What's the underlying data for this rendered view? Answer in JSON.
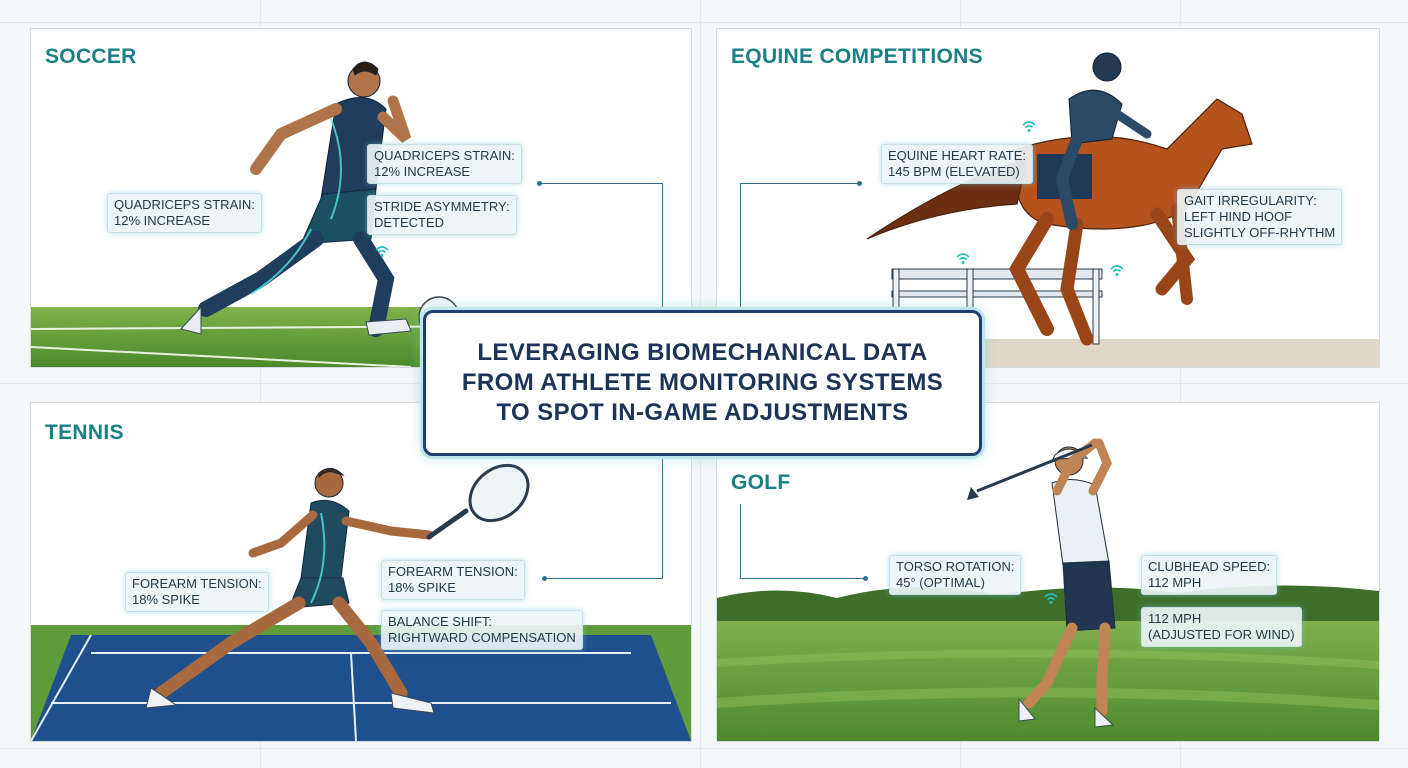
{
  "headline": {
    "line1": "LEVERAGING BIOMECHANICAL DATA",
    "line2": "FROM ATHLETE MONITORING SYSTEMS",
    "line3": "TO SPOT IN-GAME ADJUSTMENTS"
  },
  "panels": {
    "soccer": {
      "title": "SOCCER",
      "metrics": [
        {
          "line1": "QUADRICEPS STRAIN:",
          "line2": "12% INCREASE"
        },
        {
          "line1": "QUADRICEPS STRAIN:",
          "line2": "12% INCREASE"
        },
        {
          "line1": "STRIDE ASYMMETRY:",
          "line2": "DETECTED"
        }
      ]
    },
    "equine": {
      "title": "EQUINE COMPETITIONS",
      "metrics": [
        {
          "line1": "EQUINE HEART RATE:",
          "line2": "145 BPM (ELEVATED)"
        },
        {
          "line1": "GAIT IRREGULARITY:",
          "line2": "LEFT HIND HOOF",
          "line3": "SLIGHTLY OFF-RHYTHM"
        }
      ]
    },
    "tennis": {
      "title": "TENNIS",
      "metrics": [
        {
          "line1": "FOREARM TENSION:",
          "line2": "18% SPIKE"
        },
        {
          "line1": "FOREARM TENSION:",
          "line2": "18% SPIKE"
        },
        {
          "line1": "BALANCE SHIFT:",
          "line2": "RIGHTWARD COMPENSATION"
        }
      ]
    },
    "golf": {
      "title": "GOLF",
      "metrics": [
        {
          "line1": "TORSO ROTATION:",
          "line2": "45° (OPTIMAL)"
        },
        {
          "line1": "CLUBHEAD SPEED:",
          "line2": "112 MPH"
        },
        {
          "line1": "112 MPH",
          "line2": "(ADJUSTED FOR WIND)"
        }
      ]
    }
  },
  "colors": {
    "accent_title": "#1a7f86",
    "headline_text": "#1d3358",
    "headline_border": "#1f3f6e",
    "glow": "#bfe6ea",
    "grass": "#5f9b3a",
    "tennis_court": "#1f4f8c"
  },
  "icons": [
    "wifi-signal-icon",
    "soccer-ball-icon",
    "tennis-racket-icon",
    "golf-club-icon",
    "hurdle-icon"
  ]
}
